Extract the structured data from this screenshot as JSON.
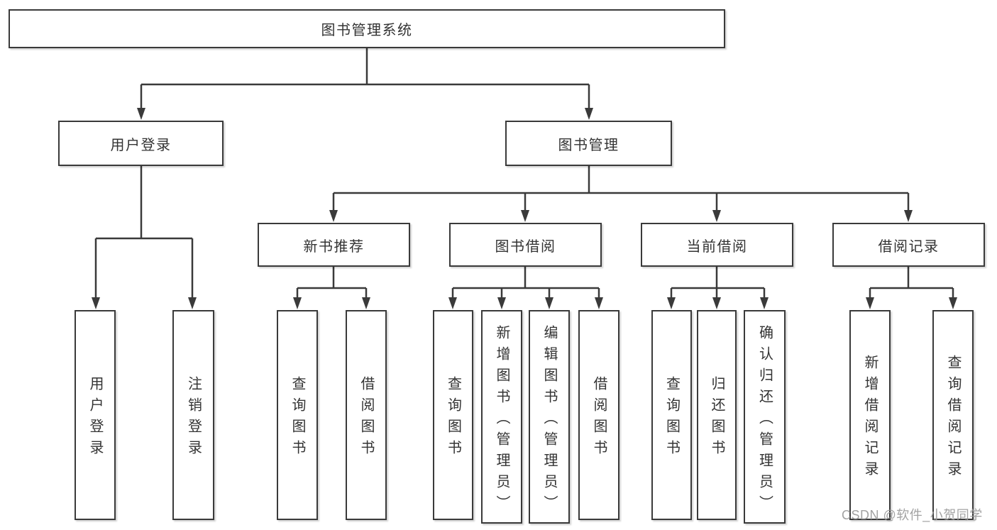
{
  "tree": {
    "title": "图书管理系统",
    "children": [
      {
        "title": "用户登录",
        "children": [
          {
            "title": "用户登录"
          },
          {
            "title": "注销登录"
          }
        ]
      },
      {
        "title": "图书管理",
        "children": [
          {
            "title": "新书推荐",
            "children": [
              {
                "title": "查询图书"
              },
              {
                "title": "借阅图书"
              }
            ]
          },
          {
            "title": "图书借阅",
            "children": [
              {
                "title": "查询图书"
              },
              {
                "title": "新增图书（管理员）"
              },
              {
                "title": "编辑图书（管理员）"
              },
              {
                "title": "借阅图书"
              }
            ]
          },
          {
            "title": "当前借阅",
            "children": [
              {
                "title": "查询图书"
              },
              {
                "title": "归还图书"
              },
              {
                "title": "确认归还（管理员）"
              }
            ]
          },
          {
            "title": "借阅记录",
            "children": [
              {
                "title": "新增借阅记录"
              },
              {
                "title": "查询借阅记录"
              }
            ]
          }
        ]
      }
    ]
  },
  "watermark": "CSDN @软件_小贺同学",
  "colors": {
    "line": "#3a3a3a",
    "border": "#3a3a3a",
    "text": "#333333",
    "watermark": "#9a9a9a",
    "background": "#ffffff"
  }
}
